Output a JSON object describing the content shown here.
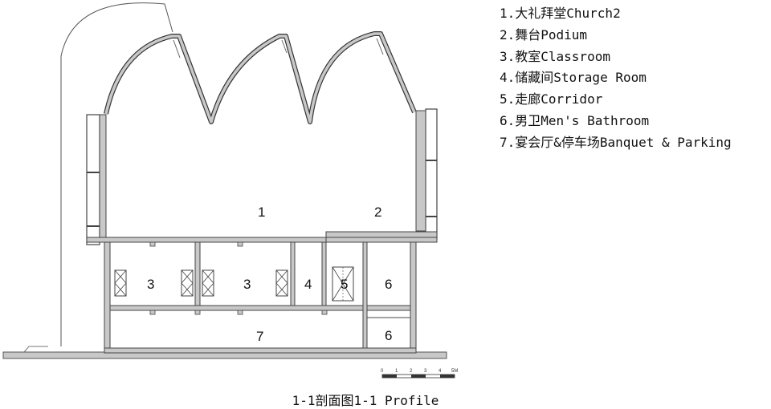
{
  "legend": [
    "1.大礼拜堂Church2",
    "2.舞台Podium",
    "3.教室Classroom",
    "4.储藏间Storage Room",
    "5.走廊Corridor",
    "6.男卫Men's Bathroom",
    "7.宴会厅&停车场Banquet & Parking"
  ],
  "room_labels": {
    "church": "1",
    "podium": "2",
    "classroom_a": "3",
    "classroom_b": "3",
    "storage": "4",
    "corridor": "5",
    "bathroom_upper": "6",
    "banquet": "7",
    "bathroom_lower": "6"
  },
  "scale_bar": {
    "ticks": [
      "0",
      "1",
      "2",
      "3",
      "4",
      "5M"
    ]
  },
  "caption": "1-1剖面图1-1 Profile"
}
